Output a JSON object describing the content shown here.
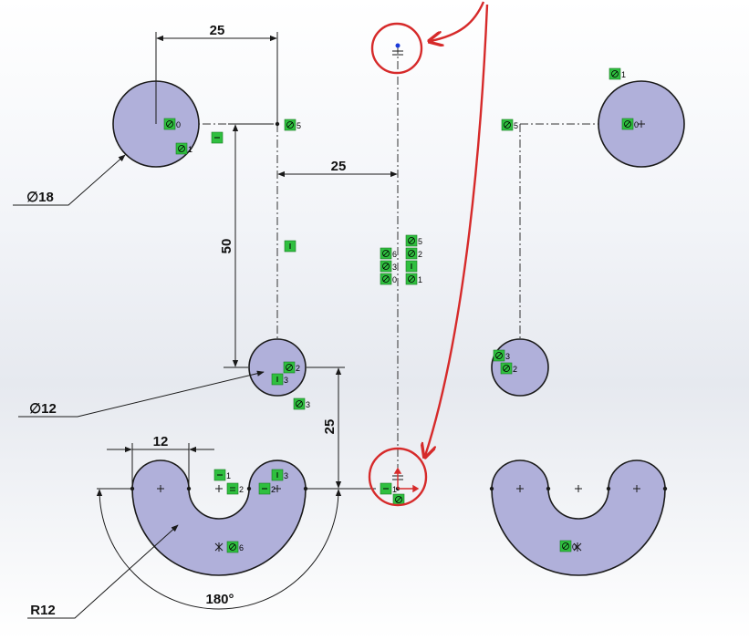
{
  "colors": {
    "fill": "#b0b0da",
    "stroke": "#1a1a1a",
    "centerline": "#333333",
    "relation_bg": "#2fbf3f",
    "highlight": "#d62a2a",
    "origin": "#1a3adb"
  },
  "icons": {
    "equal": "equal-relation-icon",
    "vertical": "vertical-relation-icon",
    "horizontal": "horizontal-relation-icon"
  },
  "dimensions": {
    "top_width": "25",
    "diameter_large": "∅18",
    "center_offset": "25",
    "vertical_spacing": "50",
    "diameter_small": "∅12",
    "small_to_arc": "25",
    "slot_width": "12",
    "arc_radius": "R12",
    "arc_angle": "180°"
  },
  "relations": {
    "top_left_circle_center": "0",
    "top_left_circle_edge": "1",
    "top_left_corner": "5",
    "stack_r_5": "5",
    "stack_l_6": "6",
    "stack_r_2": "2",
    "stack_l_3": "3",
    "stack_l_0": "0",
    "stack_r_1": "1",
    "small_circle_center": "2",
    "small_circle_vertical": "3",
    "small_circle_below": "3",
    "arc_left_horizontal": "1",
    "arc_left_equal": "2",
    "arc_right_vertical": "3",
    "arc_right_horizontal": "2",
    "arc_bottom": "6",
    "origin_horizontal": "1",
    "right_top_circle": "0",
    "right_top_above": "1",
    "right_corner": "5",
    "right_small_1": "3",
    "right_small_2": "2",
    "right_arc_bottom": "0"
  }
}
